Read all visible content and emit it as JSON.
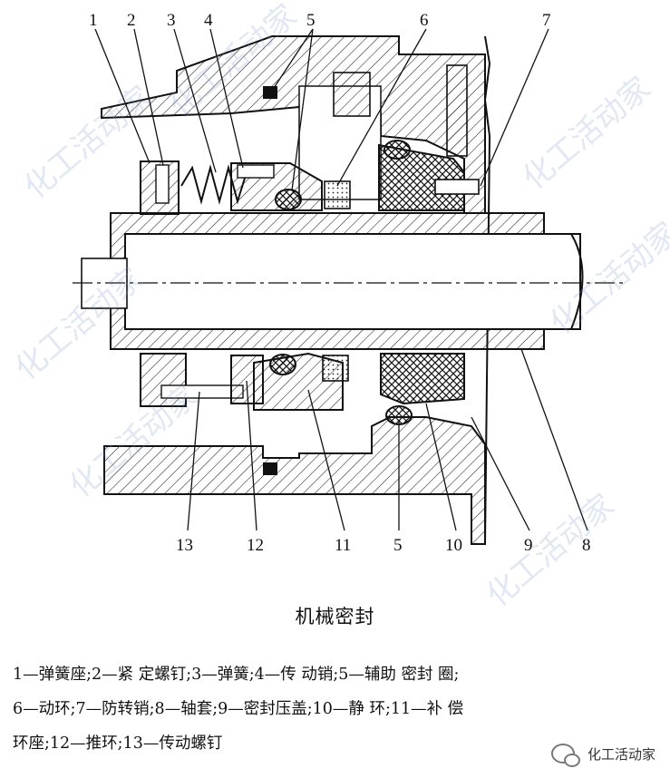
{
  "diagram": {
    "callouts_top": [
      "1",
      "2",
      "3",
      "4",
      "5",
      "6",
      "7"
    ],
    "callouts_bottom": [
      "13",
      "12",
      "11",
      "5",
      "10",
      "9",
      "8"
    ]
  },
  "caption": "机械密封",
  "legend_lines": [
    "1—弹簧座;2—紧 定螺钉;3—弹簧;4—传 动销;5—辅助 密封 圈;",
    "6—动环;7—防转销;8—轴套;9—密封压盖;10—静 环;11—补 偿",
    "环座;12—推环;13—传动螺钉"
  ],
  "watermark": "化工活动家",
  "wechat_label": "化工活动家"
}
